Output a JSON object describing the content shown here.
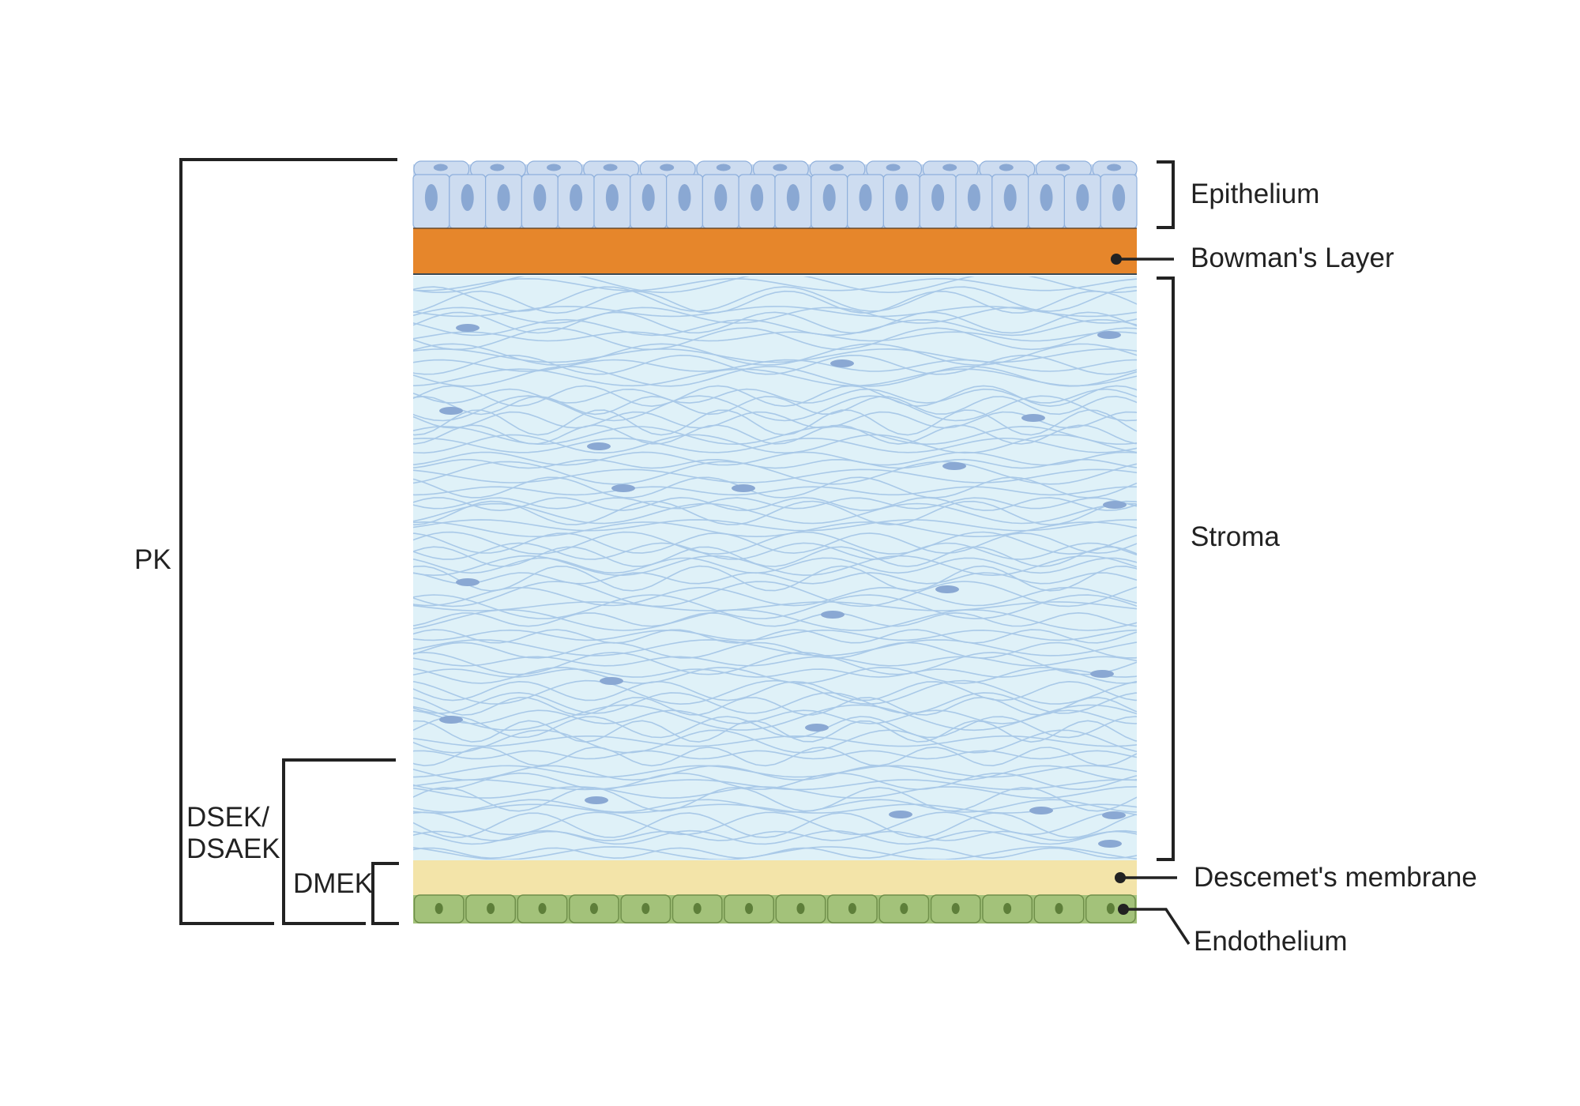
{
  "layers": [
    {
      "id": "epithelium",
      "label": "Epithelium"
    },
    {
      "id": "bowman",
      "label": "Bowman's Layer"
    },
    {
      "id": "stroma",
      "label": "Stroma"
    },
    {
      "id": "descemet",
      "label": "Descemet's membrane"
    },
    {
      "id": "endothelium",
      "label": "Endothelium"
    }
  ],
  "procedures": {
    "pk": "PK",
    "dsek_line1": "DSEK/",
    "dsek_line2": "DSAEK",
    "dmek": "DMEK"
  },
  "colors": {
    "epithelium_cell": "#cddcf0",
    "epithelium_border": "#8fb0dc",
    "epithelium_nucleus": "#8aa8d3",
    "bowman": "#e6862b",
    "stroma_bg": "#dff1f8",
    "stroma_fiber": "#a9c9e8",
    "stroma_keratocyte": "#8aa8d3",
    "descemet": "#f3e4a9",
    "endothelium_cell": "#a3c27a",
    "endothelium_border": "#6f8f4a",
    "endothelium_nucleus": "#5e7f3a",
    "line": "#222222"
  }
}
